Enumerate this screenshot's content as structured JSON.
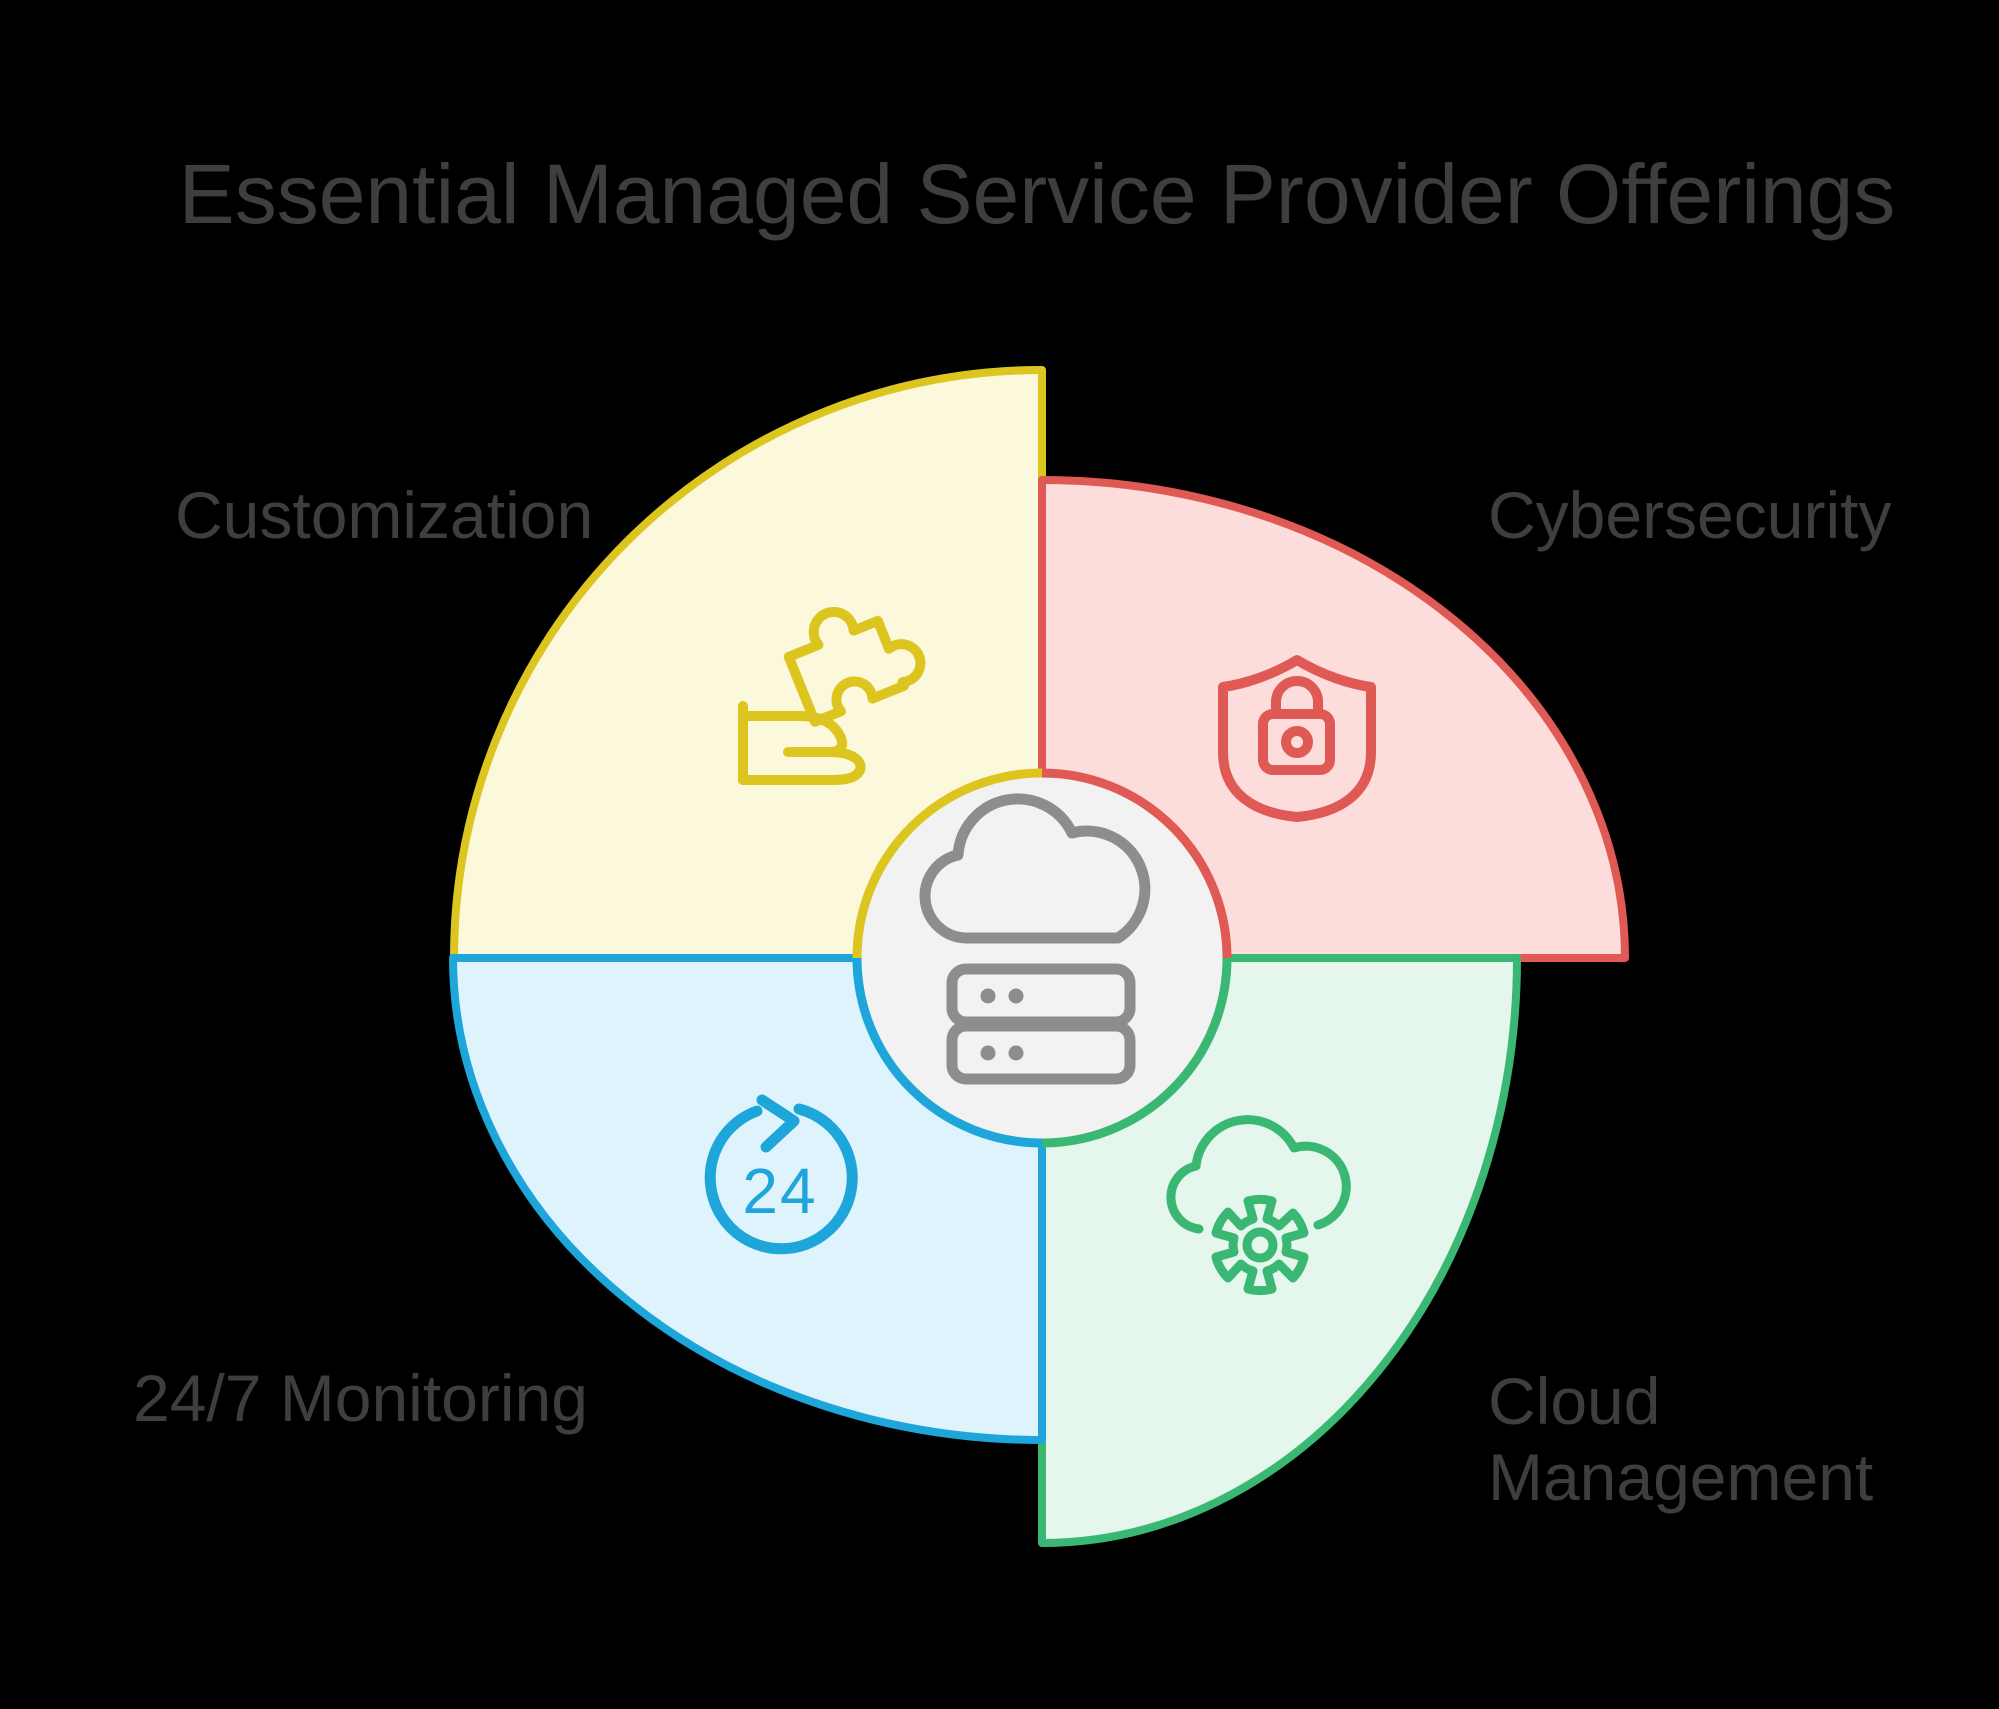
{
  "title": "Essential Managed Service Provider Offerings",
  "segments": [
    {
      "id": "customization",
      "label": "Customization",
      "icon": "hand-puzzle-icon"
    },
    {
      "id": "cybersecurity",
      "label": "Cybersecurity",
      "icon": "shield-lock-icon"
    },
    {
      "id": "monitoring",
      "label": "24/7 Monitoring",
      "icon": "24-hour-cycle-icon",
      "badge": "24"
    },
    {
      "id": "cloud_management",
      "label": "Cloud Management",
      "icon": "cloud-gear-icon"
    }
  ],
  "center": {
    "icon": "cloud-servers-icon"
  },
  "colors": {
    "background": "#000000",
    "heading_text": "#3e3e3e",
    "label_text": "#3e3e3e",
    "customization_stroke": "#ddc520",
    "customization_fill": "#fcf8dc",
    "cybersecurity_stroke": "#e05a55",
    "cybersecurity_fill": "#fcdddb",
    "monitoring_stroke": "#1ea6da",
    "monitoring_fill": "#def3fb",
    "cloud_management_stroke": "#3ab873",
    "cloud_management_fill": "#e5f6ec",
    "center_circle_fill": "#f2f2f2",
    "center_icon": "#8d8d8d"
  }
}
